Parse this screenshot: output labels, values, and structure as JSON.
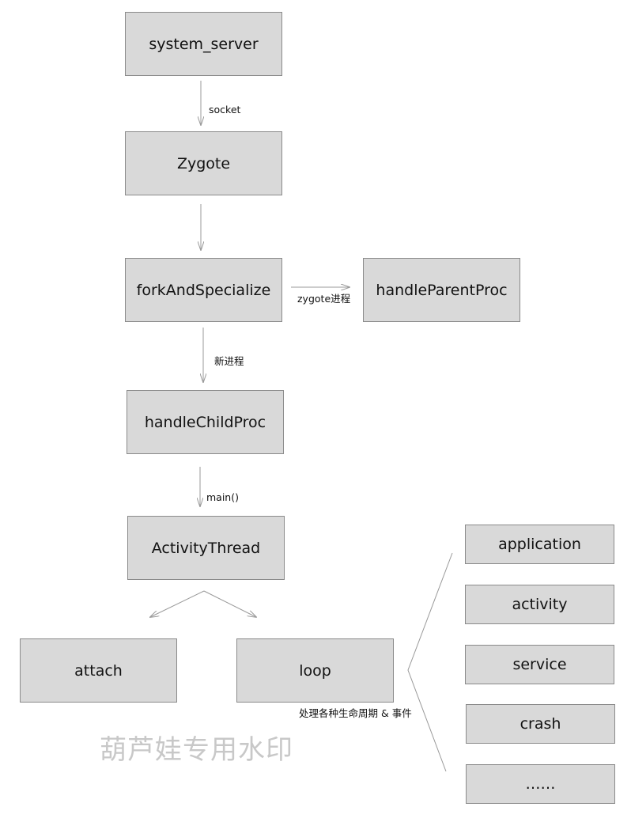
{
  "nodes": {
    "system_server": "system_server",
    "zygote": "Zygote",
    "fork": "forkAndSpecialize",
    "parent": "handleParentProc",
    "child": "handleChildProc",
    "activity_thread": "ActivityThread",
    "attach": "attach",
    "loop": "loop",
    "application": "application",
    "activity": "activity",
    "service": "service",
    "crash": "crash",
    "more": "……"
  },
  "edge_labels": {
    "socket": "socket",
    "zygote_process": "zygote进程",
    "new_process": "新进程",
    "main": "main()",
    "handle_events": "处理各种生命周期 & 事件"
  },
  "watermark": "葫芦娃专用水印",
  "colors": {
    "box_fill": "#d9d9d9",
    "box_border": "#8a8a8a",
    "arrow": "#999999",
    "watermark": "#c8c8c8"
  }
}
